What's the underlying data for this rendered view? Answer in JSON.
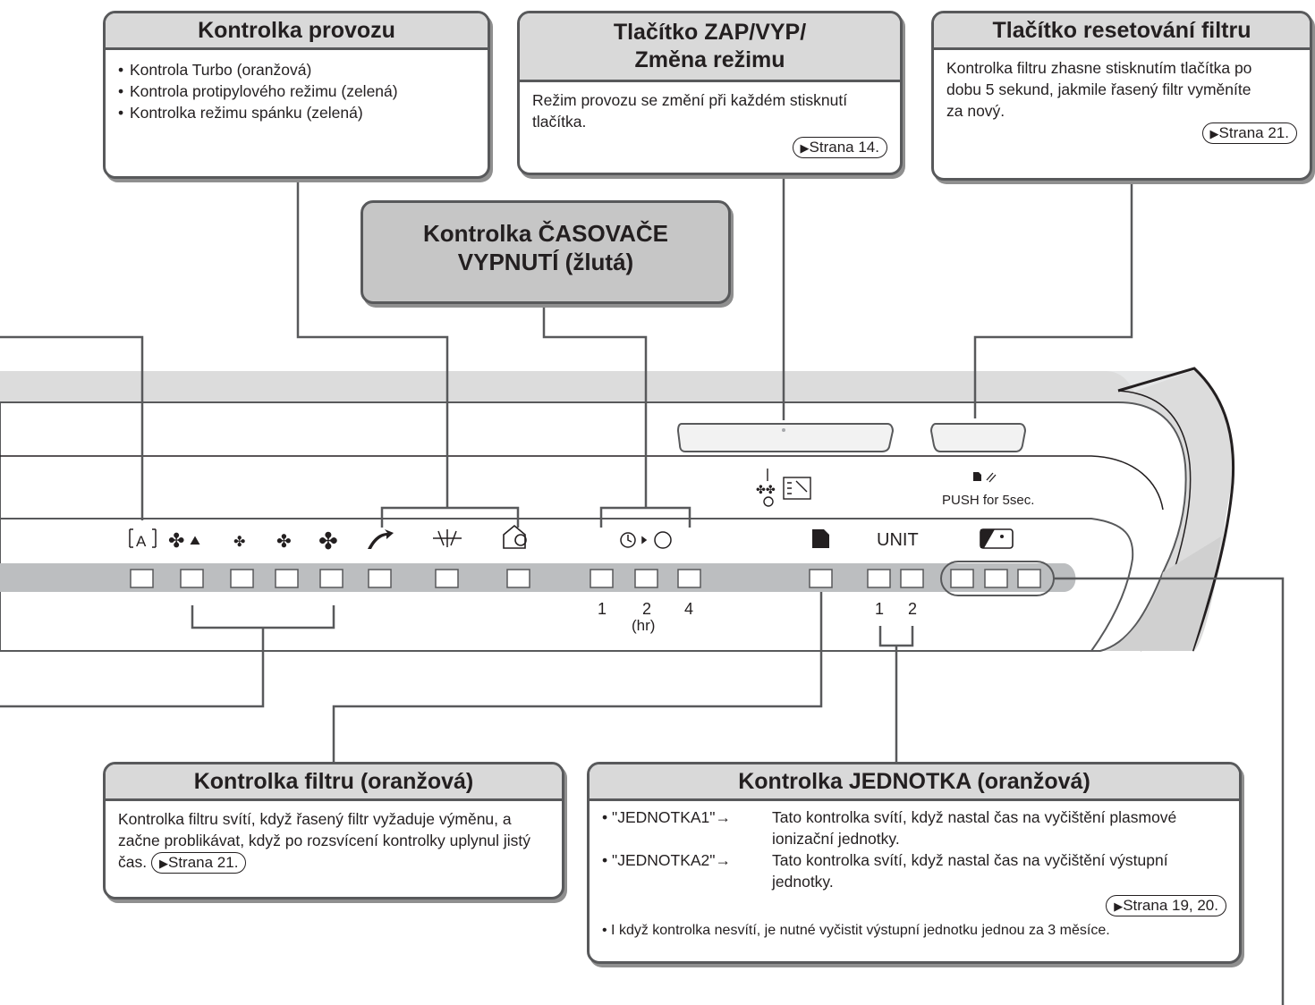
{
  "callouts": {
    "operation": {
      "title": "Kontrolka provozu",
      "items": [
        "Kontrola Turbo (oranžová)",
        "Kontrola protipylového režimu (zelená)",
        "Kontrolka režimu spánku (zelená)"
      ]
    },
    "power": {
      "title_line1": "Tlačítko ZAP/VYP/",
      "title_line2": "Změna režimu",
      "text": "Režim provozu se změní při každém stisknutí tlačítka.",
      "ref": "Strana 14."
    },
    "filter_reset": {
      "title": "Tlačítko resetování filtru",
      "text": "Kontrolka filtru zhasne stisknutím tlačítka po dobu 5 sekund, jakmile řasený filtr vyměníte za nový.",
      "ref": "Strana 21."
    },
    "timer": {
      "title_line1": "Kontrolka ČASOVAČE",
      "title_line2": "VYPNUTÍ (žlutá)"
    },
    "filter": {
      "title": "Kontrolka filtru (oranžová)",
      "text": "Kontrolka filtru svítí, když řasený filtr vyžaduje výměnu, a začne problikávat, když po rozsvícení kontrolky uplynul jistý čas.",
      "ref": "Strana 21."
    },
    "unit": {
      "title": "Kontrolka JEDNOTKA (oranžová)",
      "row1_key": "• \"JEDNOTKA1\"→",
      "row1_text": "Tato kontrolka svítí, když nastal čas na vyčištění plasmové ionizační jednotky.",
      "row2_key": "• \"JEDNOTKA2\"→",
      "row2_text": "Tato kontrolka svítí, když nastal čas na vyčištění výstupní jednotky.",
      "ref": "Strana 19, 20.",
      "note": "I když kontrolka nesvítí, je nutné vyčistit výstupní jednotku jednou za 3 měsíce."
    }
  },
  "panel": {
    "push_label": "PUSH for 5sec.",
    "unit_label": "UNIT",
    "timer_numbers": [
      "1",
      "2",
      "4"
    ],
    "timer_unit": "(hr)",
    "unit_numbers": [
      "1",
      "2"
    ],
    "icons": [
      "auto-mode-icon",
      "sleep-fan-icon",
      "fan-low-icon",
      "fan-medium-icon",
      "fan-high-icon",
      "turbo-icon",
      "dust-mode-icon",
      "sleep-mode-icon",
      "timer-off-icon",
      "filter-icon",
      "humidity-icon",
      "power-mode-icon",
      "filter-reset-icon"
    ]
  }
}
